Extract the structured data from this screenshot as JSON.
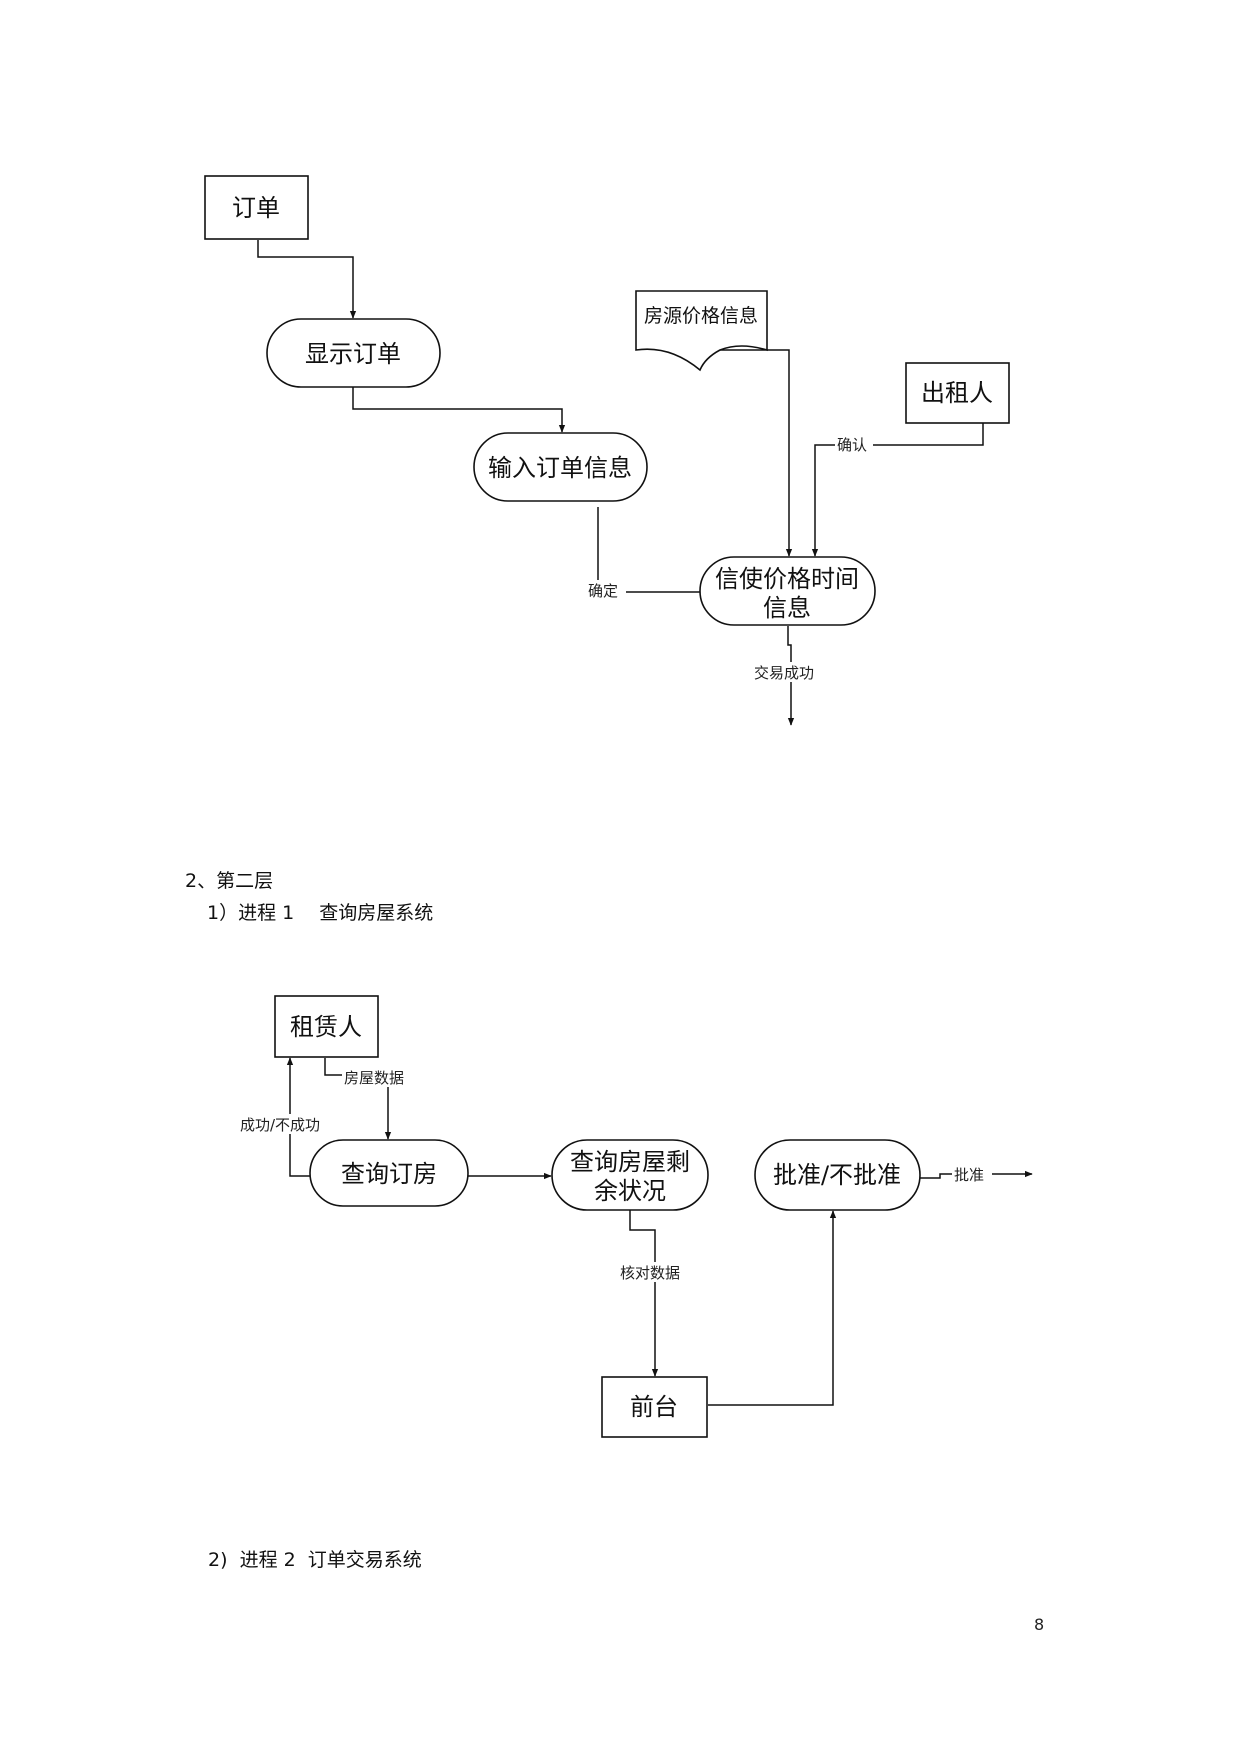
{
  "diagram1": {
    "nodes": {
      "order": "订单",
      "show_order": "显示订单",
      "input_order": "输入订单信息",
      "room_price_info": "房源价格信息",
      "landlord": "出租人",
      "info_line1": "信使价格时间",
      "info_line2": "信息"
    },
    "edges": {
      "confirm_landlord": "确认",
      "confirm_input": "确定",
      "success": "交易成功"
    }
  },
  "section": {
    "level_heading": "2、第二层",
    "process1_heading": "1）进程 1　 查询房屋系统",
    "process2_heading": "2)  进程 2  订单交易系统"
  },
  "diagram2": {
    "nodes": {
      "renter": "租赁人",
      "query_booking": "查询订房",
      "query_rooms_line1": "查询房屋剩",
      "query_rooms_line2": "余状况",
      "front_desk": "前台",
      "approve": "批准/不批准"
    },
    "edges": {
      "room_data": "房屋数据",
      "result": "成功/不成功",
      "check_data": "核对数据",
      "approved": "批准"
    }
  },
  "page_number": "8"
}
